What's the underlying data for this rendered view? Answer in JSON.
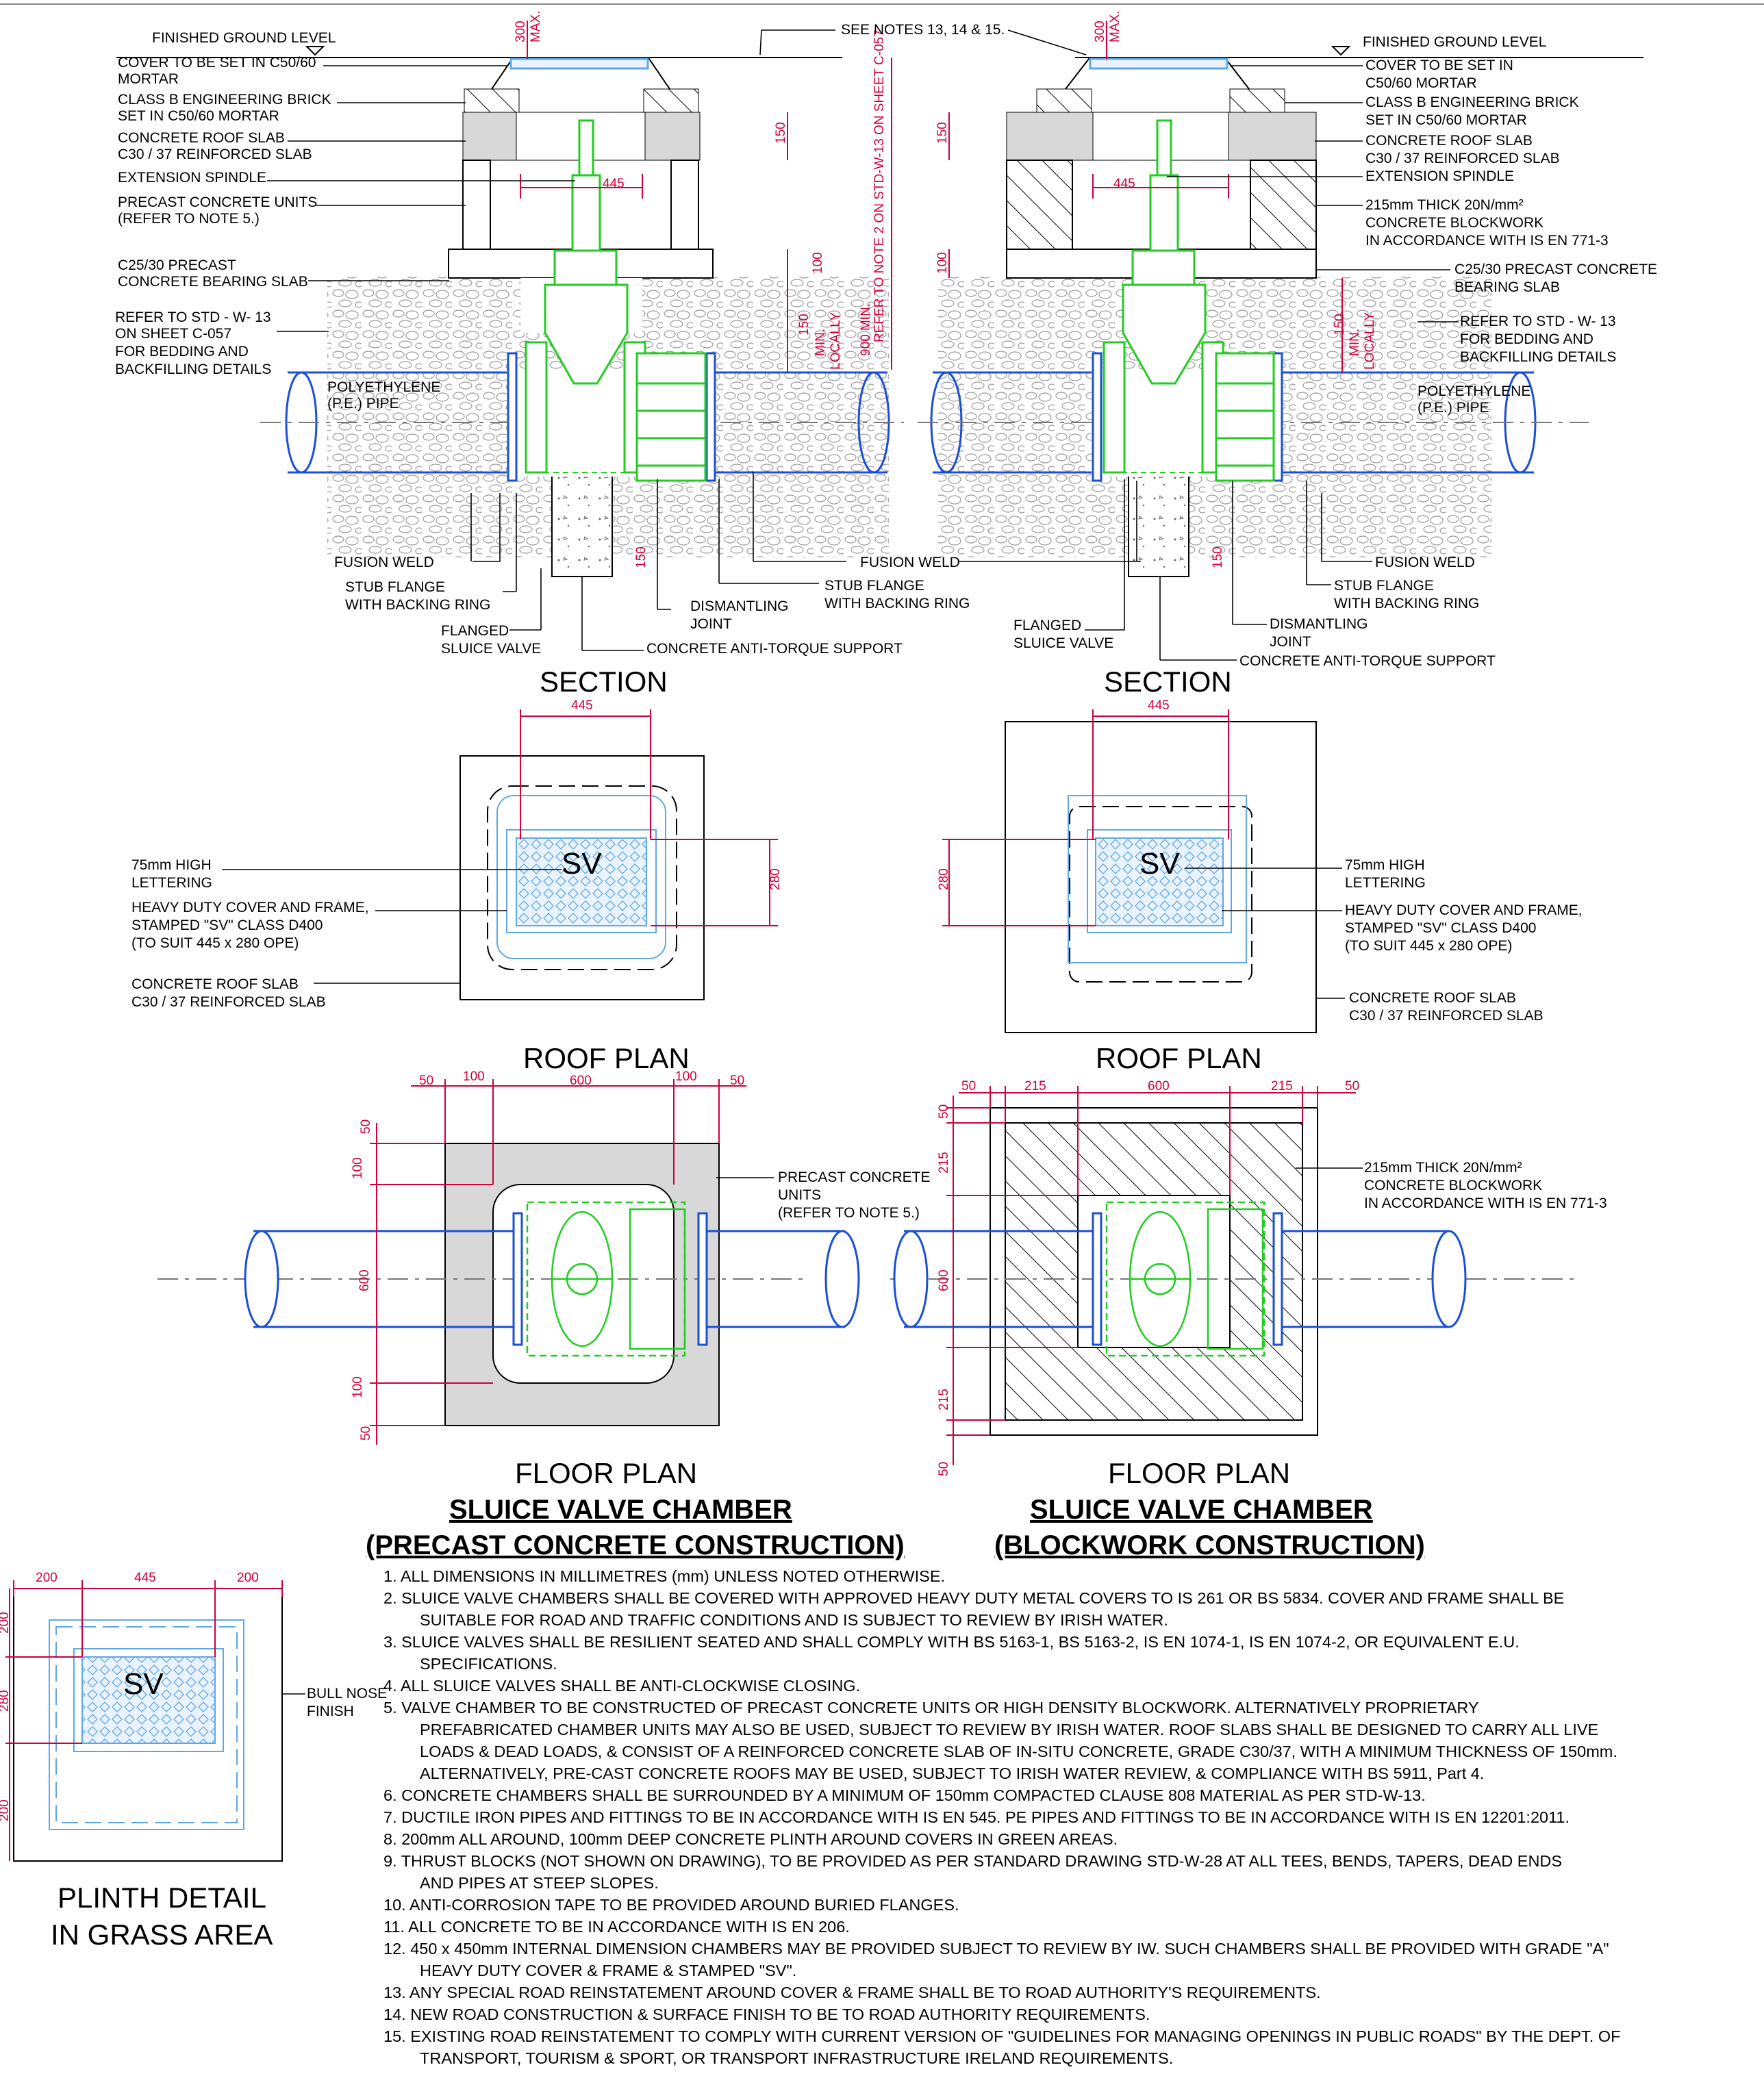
{
  "sections": {
    "left_title": "SECTION",
    "right_title": "SECTION",
    "left_roof_title": "ROOF PLAN",
    "right_roof_title": "ROOF PLAN",
    "left_floor_title": "FLOOR PLAN",
    "right_floor_title": "FLOOR PLAN"
  },
  "headings": {
    "left_line1": "SLUICE VALVE CHAMBER",
    "left_line2": "(PRECAST CONCRETE CONSTRUCTION)",
    "right_line1": "SLUICE VALVE CHAMBER",
    "right_line2": "(BLOCKWORK CONSTRUCTION)"
  },
  "left_section_labels": {
    "fgl": "FINISHED GROUND LEVEL",
    "cover1": "COVER TO BE SET IN C50/60",
    "cover2": "MORTAR",
    "brick1": "CLASS B ENGINEERING BRICK",
    "brick2": "SET IN C50/60 MORTAR",
    "slab1": "CONCRETE ROOF SLAB",
    "slab2": "C30 / 37 REINFORCED SLAB",
    "spindle": "EXTENSION SPINDLE",
    "precast1": "PRECAST CONCRETE UNITS",
    "precast2": "(REFER TO NOTE 5.)",
    "bearing1": "C25/30 PRECAST",
    "bearing2": "CONCRETE BEARING SLAB",
    "refer1": "REFER TO STD - W- 13",
    "refer2": "ON SHEET C-057",
    "refer3": "FOR BEDDING AND",
    "refer4": "BACKFILLING DETAILS",
    "pe1": "POLYETHYLENE",
    "pe2": "(P.E.) PIPE",
    "fusion": "FUSION WELD",
    "stub1": "STUB FLANGE",
    "stub2": "WITH BACKING RING",
    "flanged1": "FLANGED",
    "flanged2": "SLUICE VALVE",
    "dism1": "DISMANTLING",
    "dism2": "JOINT",
    "anti": "CONCRETE ANTI-TORQUE SUPPORT",
    "fusion2": "FUSION WELD",
    "stub3": "STUB FLANGE",
    "stub4": "WITH BACKING RING"
  },
  "right_section_labels": {
    "fgl": "FINISHED GROUND LEVEL",
    "cover1": "COVER TO BE SET IN",
    "cover2": "C50/60 MORTAR",
    "brick1": "CLASS B ENGINEERING BRICK",
    "brick2": "SET IN C50/60 MORTAR",
    "slab1": "CONCRETE ROOF SLAB",
    "slab2": "C30 / 37 REINFORCED SLAB",
    "spindle": "EXTENSION SPINDLE",
    "block1": "215mm THICK 20N/mm²",
    "block2": "CONCRETE BLOCKWORK",
    "block3": "IN ACCORDANCE WITH IS EN 771-3",
    "bearing1": "C25/30 PRECAST CONCRETE",
    "bearing2": "BEARING SLAB",
    "refer1": "REFER TO STD - W- 13",
    "refer2": "FOR BEDDING AND",
    "refer3": "BACKFILLING DETAILS",
    "pe1": "POLYETHYLENE",
    "pe2": "(P.E.) PIPE",
    "fusion": "FUSION WELD",
    "stub1": "STUB FLANGE",
    "stub2": "WITH BACKING RING",
    "flanged1": "FLANGED",
    "flanged2": "SLUICE VALVE",
    "dism1": "DISMANTLING",
    "dism2": "JOINT",
    "anti": "CONCRETE ANTI-TORQUE SUPPORT"
  },
  "see_notes": "SEE NOTES 13, 14 & 15.",
  "vertical_note1": "900 MIN.",
  "vertical_note2": "REFER TO NOTE 2 ON STD-W-13 ON SHEET C-057",
  "dims": {
    "d300": "300",
    "dmax": "MAX.",
    "d150": "150",
    "d445": "445",
    "d100": "100",
    "dmin": "MIN.",
    "dloc": "LOCALLY",
    "d280": "280",
    "d50": "50",
    "d600": "600",
    "d215": "215",
    "d200": "200"
  },
  "roof_labels": {
    "lettering1": "75mm HIGH",
    "lettering2": "LETTERING",
    "cover1": "HEAVY DUTY COVER AND FRAME,",
    "cover2": "STAMPED \"SV\" CLASS D400",
    "cover3": "(TO SUIT 445 x 280 OPE)",
    "slab1": "CONCRETE ROOF SLAB",
    "slab2": "C30 / 37 REINFORCED SLAB",
    "sv": "SV"
  },
  "floor_labels": {
    "precast1": "PRECAST CONCRETE",
    "precast2": "UNITS",
    "precast3": "(REFER TO NOTE 5.)",
    "block1": "215mm THICK 20N/mm²",
    "block2": "CONCRETE BLOCKWORK",
    "block3": "IN ACCORDANCE WITH IS EN 771-3"
  },
  "plinth": {
    "bull1": "BULL NOSE",
    "bull2": "FINISH",
    "title1": "PLINTH DETAIL",
    "title2": "IN GRASS AREA",
    "sv": "SV"
  },
  "notes": [
    {
      "n": "1. ALL DIMENSIONS IN MILLIMETRES (mm) UNLESS NOTED OTHERWISE.",
      "c": []
    },
    {
      "n": "2. SLUICE VALVE CHAMBERS SHALL BE COVERED WITH APPROVED HEAVY DUTY METAL COVERS TO IS 261 OR BS 5834. COVER AND FRAME SHALL BE",
      "c": [
        "SUITABLE FOR ROAD AND TRAFFIC CONDITIONS AND IS SUBJECT TO REVIEW BY IRISH WATER."
      ]
    },
    {
      "n": "3. SLUICE VALVES SHALL BE RESILIENT SEATED AND SHALL COMPLY WITH BS 5163-1, BS 5163-2, IS EN 1074-1, IS EN 1074-2, OR EQUIVALENT E.U.",
      "c": [
        "SPECIFICATIONS."
      ]
    },
    {
      "n": "4. ALL SLUICE VALVES SHALL BE ANTI-CLOCKWISE CLOSING.",
      "c": []
    },
    {
      "n": "5. VALVE CHAMBER TO BE CONSTRUCTED OF PRECAST CONCRETE UNITS OR HIGH DENSITY BLOCKWORK. ALTERNATIVELY PROPRIETARY",
      "c": [
        "PREFABRICATED CHAMBER UNITS MAY ALSO BE USED, SUBJECT TO REVIEW BY IRISH WATER. ROOF SLABS SHALL BE DESIGNED TO CARRY ALL LIVE",
        "LOADS & DEAD LOADS, & CONSIST OF A REINFORCED CONCRETE SLAB OF IN-SITU CONCRETE, GRADE C30/37, WITH A MINIMUM THICKNESS OF 150mm.",
        "ALTERNATIVELY, PRE-CAST CONCRETE ROOFS MAY BE USED, SUBJECT TO IRISH WATER REVIEW, & COMPLIANCE WITH BS 5911, Part 4."
      ]
    },
    {
      "n": "6. CONCRETE CHAMBERS SHALL BE SURROUNDED BY A MINIMUM OF 150mm COMPACTED CLAUSE 808 MATERIAL AS PER STD-W-13.",
      "c": []
    },
    {
      "n": "7. DUCTILE IRON PIPES AND FITTINGS TO BE IN ACCORDANCE WITH IS EN 545. PE PIPES AND FITTINGS TO BE IN ACCORDANCE WITH IS EN 12201:2011.",
      "c": []
    },
    {
      "n": "8. 200mm ALL AROUND, 100mm DEEP CONCRETE PLINTH AROUND COVERS IN GREEN AREAS.",
      "c": []
    },
    {
      "n": "9. THRUST BLOCKS (NOT SHOWN ON DRAWING), TO BE PROVIDED AS PER STANDARD DRAWING STD-W-28 AT ALL TEES, BENDS, TAPERS, DEAD ENDS",
      "c": [
        "AND PIPES AT STEEP SLOPES."
      ]
    },
    {
      "n": "10. ANTI-CORROSION TAPE TO BE PROVIDED AROUND BURIED FLANGES.",
      "c": []
    },
    {
      "n": "11. ALL CONCRETE TO BE IN ACCORDANCE WITH IS EN 206.",
      "c": []
    },
    {
      "n": "12. 450 x 450mm INTERNAL DIMENSION CHAMBERS MAY BE PROVIDED SUBJECT TO REVIEW BY IW. SUCH CHAMBERS SHALL BE PROVIDED WITH GRADE \"A\"",
      "c": [
        "HEAVY DUTY COVER & FRAME & STAMPED \"SV\"."
      ]
    },
    {
      "n": "13. ANY SPECIAL ROAD REINSTATEMENT AROUND COVER & FRAME SHALL BE TO ROAD AUTHORITY'S REQUIREMENTS.",
      "c": []
    },
    {
      "n": "14. NEW ROAD CONSTRUCTION & SURFACE FINISH TO BE TO ROAD AUTHORITY REQUIREMENTS.",
      "c": []
    },
    {
      "n": "15. EXISTING ROAD REINSTATEMENT TO COMPLY WITH CURRENT VERSION OF \"GUIDELINES FOR MANAGING OPENINGS IN PUBLIC ROADS\" BY THE DEPT. OF",
      "c": [
        "TRANSPORT, TOURISM & SPORT, OR TRANSPORT INFRASTRUCTURE IRELAND REQUIREMENTS."
      ]
    }
  ],
  "colors": {
    "dimension": "#d0003a",
    "pipe": "#1a4fd6",
    "valve": "#22cc22",
    "cover": "#5fa8e8",
    "concrete": "#d8d8d8"
  }
}
